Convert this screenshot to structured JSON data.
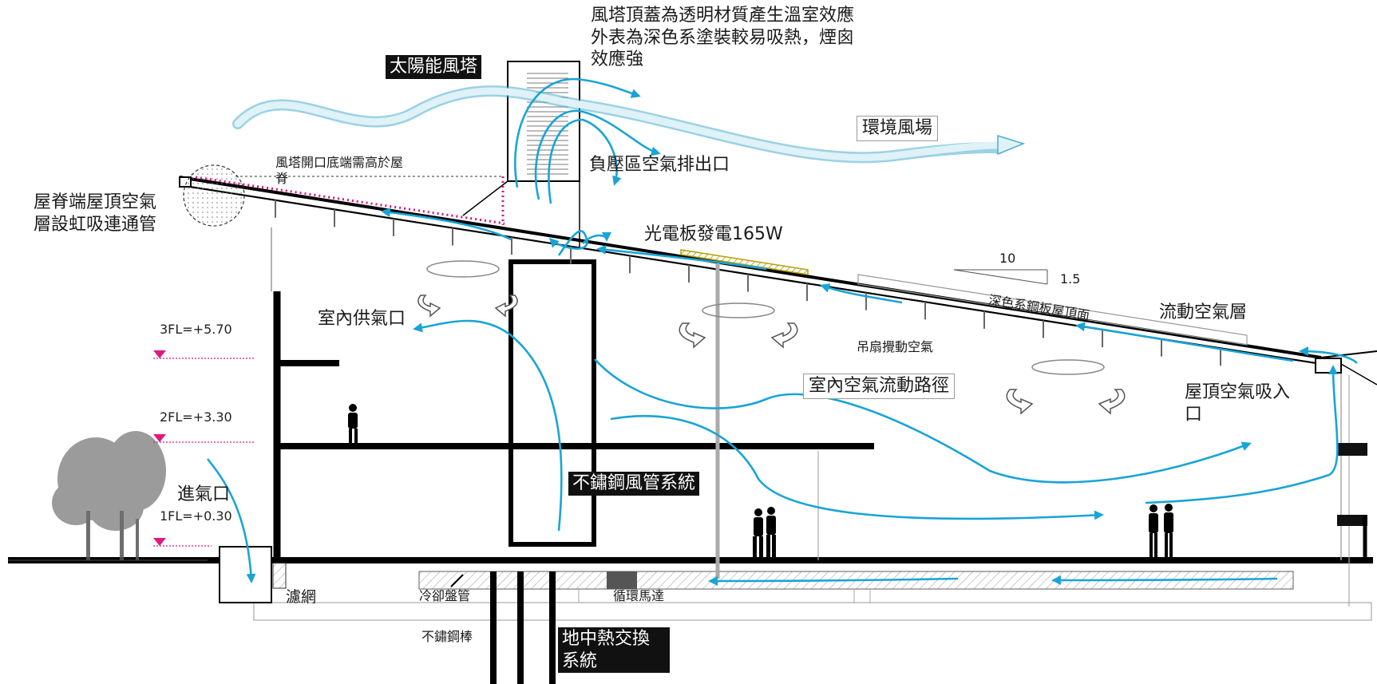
{
  "labels": {
    "solar_tower": "太陽能風塔",
    "tower_top_note_1": "風塔頂蓋為透明材質產生溫室效應",
    "tower_top_note_2": "外表為深色系塗裝較易吸熱，煙囪",
    "tower_top_note_3": "效應強",
    "env_wind": "環境風場",
    "tower_opening_note_1": "風塔開口底端需高於屋",
    "tower_opening_note_2": "脊",
    "negative_pressure_exhaust": "負壓區空氣排出口",
    "ridge_siphon_1": "屋脊端屋頂空氣",
    "ridge_siphon_2": "層設虹吸連通管",
    "pv_power": "光電板發電165W",
    "slope_run": "10",
    "slope_rise": "1.5",
    "dark_steel_roof": "深色系鋼板屋頂面",
    "flow_air_layer": "流動空氣層",
    "indoor_supply": "室內供氣口",
    "ceiling_fan": "吊扇攪動空氣",
    "indoor_flow_path": "室內空氣流動路徑",
    "roof_air_intake_1": "屋頂空氣吸入",
    "roof_air_intake_2": "口",
    "level_3fl": "3FL=+5.70",
    "level_2fl": "2FL=+3.30",
    "level_1fl": "1FL=+0.30",
    "inlet": "進氣口",
    "stainless_duct": "不鏽鋼風管系統",
    "filter": "濾網",
    "cooling_coil": "冷卻盤管",
    "circulation_motor": "循環馬達",
    "stainless_rod": "不鏽鋼棒",
    "geo_exchange_1": "地中熱交換",
    "geo_exchange_2": "系統"
  },
  "colors": {
    "airflow": "#19a4d6",
    "wind_band": "#bfe5ef",
    "wind_outline": "#4aaccf",
    "level_marker": "#e0197d",
    "dotted_guide": "#d6137a",
    "pv_panel": "#d4c12a",
    "structure": "#000000",
    "fine_line": "#9a9a9a"
  },
  "icons": {
    "fan_rotation": "rotation-arrows-icon",
    "people": "person-silhouette-icon",
    "trees": "tree-icon",
    "level_marker": "triangle-down-icon"
  }
}
